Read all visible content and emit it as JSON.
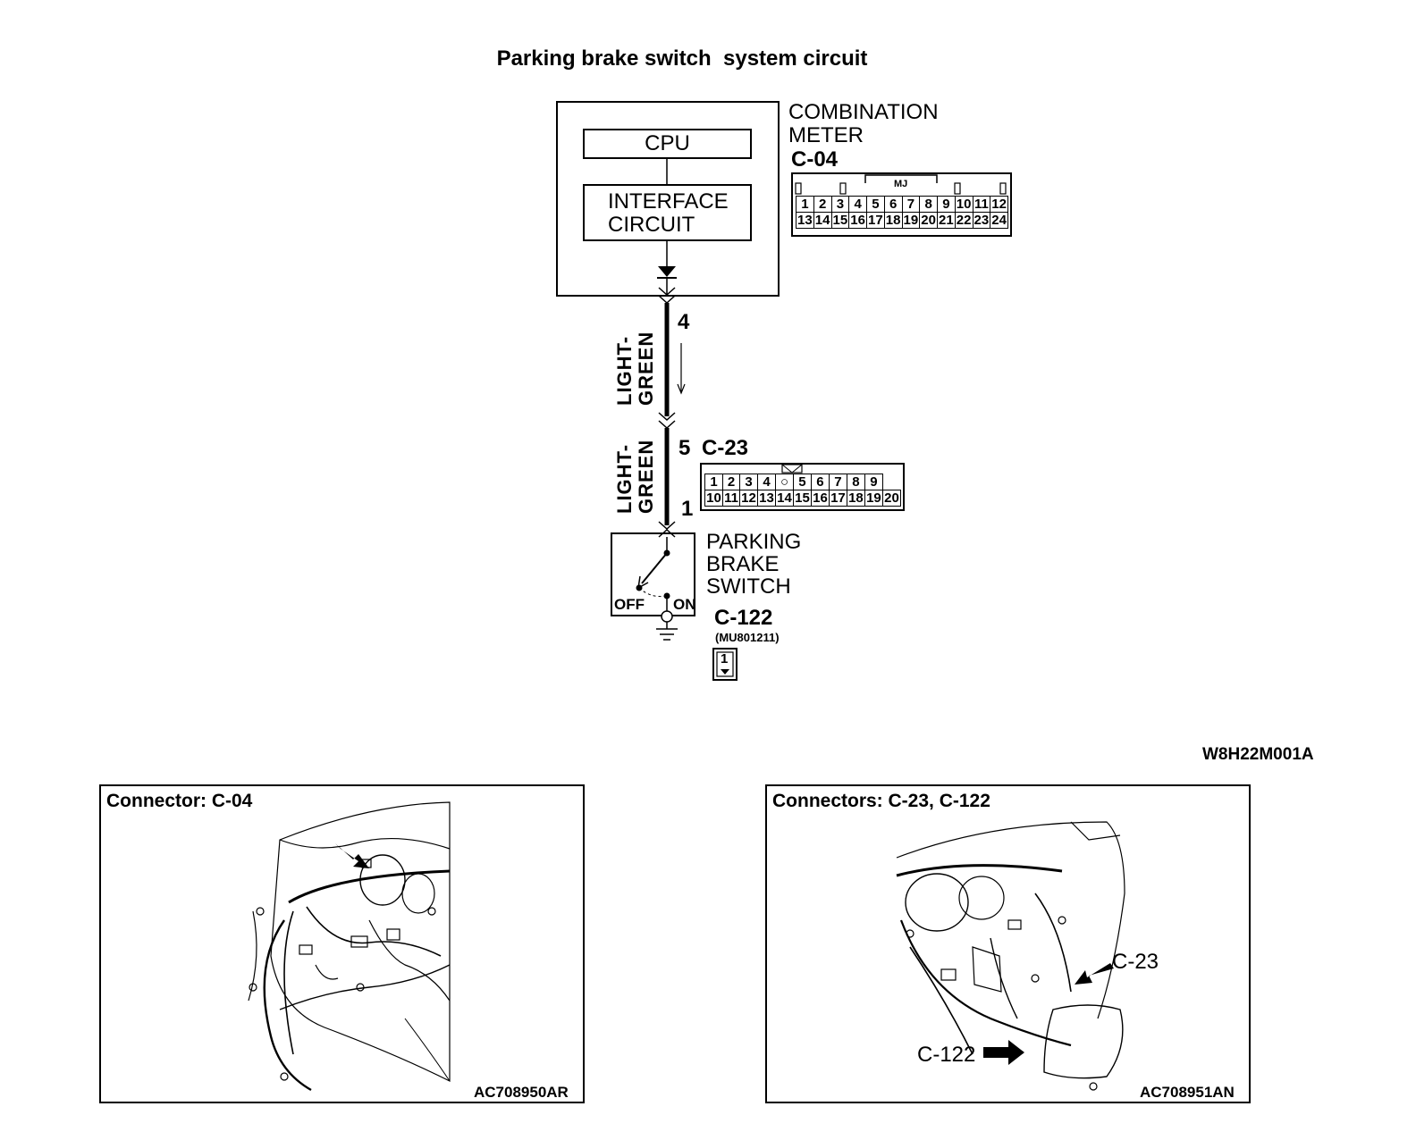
{
  "title": "Parking brake switch  system circuit",
  "combination_meter": {
    "label_line1": "COMBINATION",
    "label_line2": "METER",
    "connector": "C-04",
    "cpu_label": "CPU",
    "interface_line1": "INTERFACE",
    "interface_line2": "CIRCUIT",
    "connector_key": "MJ",
    "pins_row1": [
      "1",
      "2",
      "3",
      "4",
      "5",
      "6",
      "7",
      "8",
      "9",
      "10",
      "11",
      "12"
    ],
    "pins_row2": [
      "13",
      "14",
      "15",
      "16",
      "17",
      "18",
      "19",
      "20",
      "21",
      "22",
      "23",
      "24"
    ]
  },
  "wire": {
    "color_line1": "LIGHT-",
    "color_line2": "GREEN",
    "pin_meter": "4",
    "pin_c23_top": "5",
    "pin_c23_bottom": "1"
  },
  "c23": {
    "connector": "C-23",
    "pins_row1": [
      "1",
      "2",
      "3",
      "4",
      "",
      "5",
      "6",
      "7",
      "8",
      "9"
    ],
    "pins_row2": [
      "10",
      "11",
      "12",
      "13",
      "14",
      "15",
      "16",
      "17",
      "18",
      "19",
      "20"
    ]
  },
  "switch": {
    "label_line1": "PARKING",
    "label_line2": "BRAKE",
    "label_line3": "SWITCH",
    "off_label": "OFF",
    "on_label": "ON",
    "connector": "C-122",
    "part_no": "(MU801211)",
    "pin": "1"
  },
  "diagram_code": "W8H22M001A",
  "photo_left": {
    "title": "Connector: C-04",
    "code": "AC708950AR"
  },
  "photo_right": {
    "title": "Connectors: C-23, C-122",
    "code": "AC708951AN",
    "callout_c23": "C-23",
    "callout_c122": "C-122"
  }
}
